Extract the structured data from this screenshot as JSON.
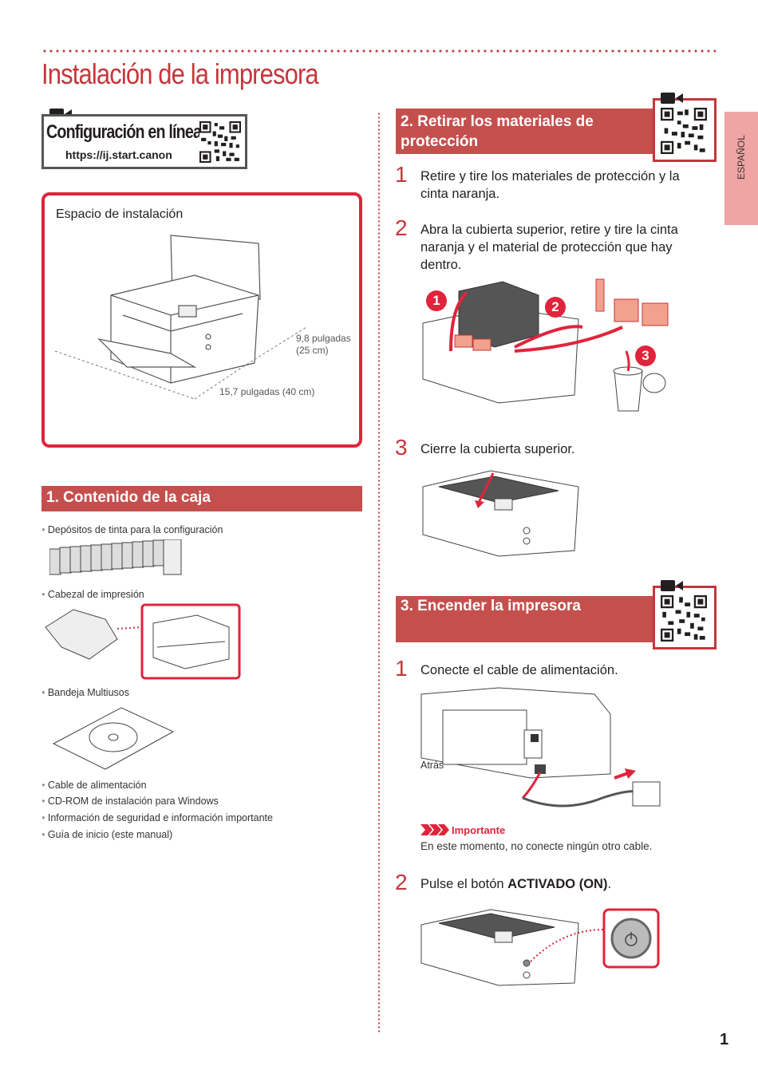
{
  "page": {
    "title": "Instalación de la impresora",
    "side_tab": "ESPAÑOL",
    "page_number": "1"
  },
  "online_setup": {
    "title": "Configuración en línea",
    "url": "https://ij.start.canon"
  },
  "install_space": {
    "label": "Espacio de instalación",
    "depth": "9,8 pulgadas",
    "depth_cm": "(25 cm)",
    "width": "15,7 pulgadas (40 cm)"
  },
  "box_contents": {
    "heading": "1. Contenido de la caja",
    "items": {
      "ink": "Depósitos de tinta para la configuración",
      "printhead": "Cabezal de impresión",
      "tray": "Bandeja Multiusos",
      "cable": "Cable de alimentación",
      "cdrom": "CD-ROM de instalación para Windows",
      "safety": "Información de seguridad e información importante",
      "guide": "Guía de inicio (este manual)"
    }
  },
  "remove_materials": {
    "heading_line1": "2. Retirar los materiales de",
    "heading_line2": "protección",
    "step1_num": "1",
    "step1_line1": "Retire y tire los materiales de protección y la",
    "step1_line2": "cinta naranja.",
    "step2_num": "2",
    "step2_line1": "Abra la cubierta superior, retire y tire la cinta",
    "step2_line2": "naranja y el material de protección que hay",
    "step2_line3": "dentro.",
    "callout1": "1",
    "callout2": "2",
    "callout3": "3",
    "step3_num": "3",
    "step3_text": "Cierre la cubierta superior."
  },
  "power_on": {
    "heading": "3. Encender la impresora",
    "step1_num": "1",
    "step1_text": "Conecte el cable de alimentación.",
    "back_label": "Atrás",
    "important_label": "Importante",
    "important_text": "En este momento, no conecte ningún otro cable.",
    "step2_num": "2",
    "step2_prefix": "Pulse el botón ",
    "step2_bold": "ACTIVADO (ON)",
    "step2_suffix": "."
  },
  "colors": {
    "accent": "#c5363a",
    "section_bar": "#c4504e",
    "install_border": "#e0243b",
    "side_tab": "#f0a4a4"
  }
}
